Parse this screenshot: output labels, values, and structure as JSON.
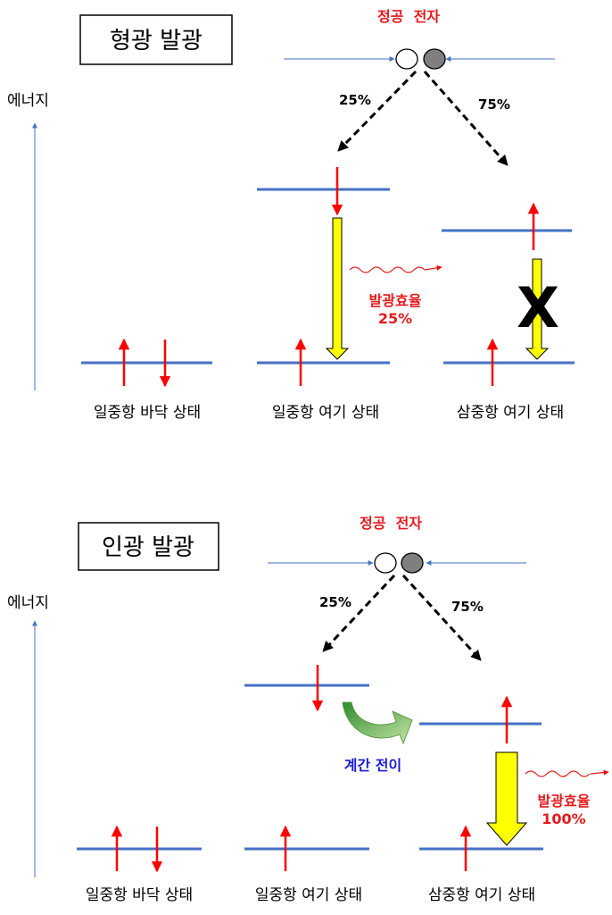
{
  "colors": {
    "level": "#4472c4",
    "spin": "#ff0000",
    "arrow_fill": "#ffff00",
    "accent_red": "#e41a1c",
    "isc_blue": "#1a1adb",
    "isc_green": "#5aa832"
  },
  "panels": [
    {
      "title": "형광 발광",
      "energy_label": "에너지",
      "carriers_label": "정공  전자",
      "split_left": "25%",
      "split_right": "75%",
      "efficiency_label": "발광효율",
      "efficiency_value": "25%",
      "forbidden_mark": "X",
      "states": [
        "일중항 바닥 상태",
        "일중항 여기 상태",
        "삼중항 여기 상태"
      ]
    },
    {
      "title": "인광 발광",
      "energy_label": "에너지",
      "carriers_label": "정공  전자",
      "split_left": "25%",
      "split_right": "75%",
      "transfer_label": "계간 전이",
      "efficiency_label": "발광효율",
      "efficiency_value": "100%",
      "states": [
        "일중항 바닥 상태",
        "일중항 여기 상태",
        "삼중항 여기 상태"
      ]
    }
  ]
}
